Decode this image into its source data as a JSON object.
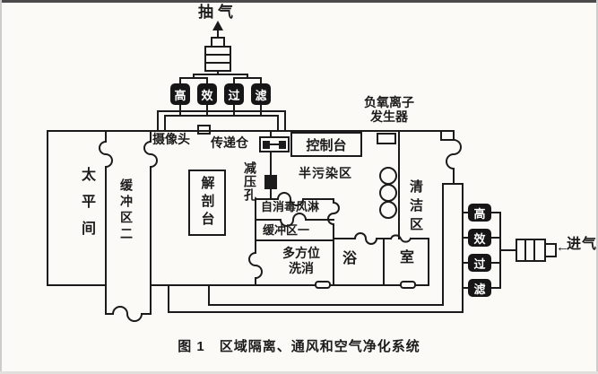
{
  "figure": {
    "caption": "图 1　区域隔离、通风和空气净化系统"
  },
  "exhaust": {
    "label": "抽气",
    "filters": [
      "高",
      "效",
      "过",
      "滤"
    ]
  },
  "intake": {
    "label": "进气",
    "arrow": "←",
    "filters": [
      "高",
      "效",
      "过",
      "滤"
    ]
  },
  "devices": {
    "camera": "摄像头",
    "transfer_chamber": "传递仓",
    "console": "控制台",
    "ion_generator_line1": "负氧离子",
    "ion_generator_line2": "发生器",
    "decompression_hole": "减压孔",
    "autopsy_table": "解剖台"
  },
  "rooms": {
    "morgue": "太平间",
    "buffer_two": "缓冲区二",
    "semi_contaminated": "半污染区",
    "self_disinfect_shower": "自消毒风淋",
    "buffer_one": "缓冲区一",
    "multi_wash_line1": "多方位",
    "multi_wash_line2": "洗消",
    "bath": "浴",
    "room": "室",
    "clean_zone": "清洁区"
  },
  "colors": {
    "line": "#1b1b1b",
    "paper": "#fbfaf7",
    "filter_bg": "#161616",
    "filter_text": "#ffffff"
  }
}
